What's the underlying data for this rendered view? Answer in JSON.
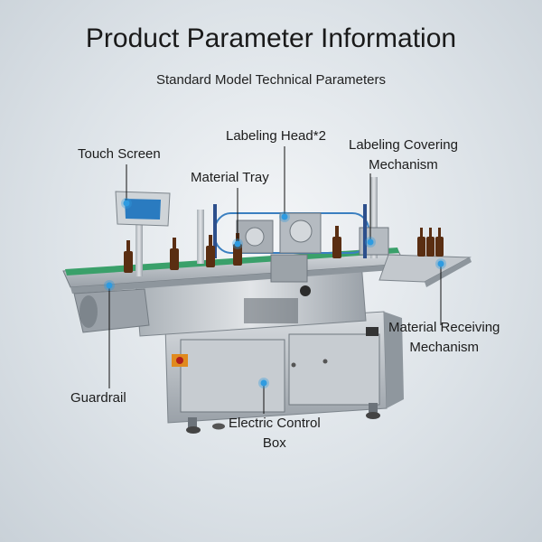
{
  "title": "Product Parameter Information",
  "subtitle": "Standard Model Technical Parameters",
  "callouts": {
    "touch_screen": "Touch Screen",
    "labeling_head": "Labeling Head*2",
    "labeling_covering_1": "Labeling Covering",
    "labeling_covering_2": "Mechanism",
    "material_tray": "Material Tray",
    "material_receiving_1": "Material Receiving",
    "material_receiving_2": "Mechanism",
    "guardrail": "Guardrail",
    "electric_control_1": "Electric Control",
    "electric_control_2": "Box"
  },
  "colors": {
    "callout_dot": "#2f9be0",
    "conveyor_belt": "#3aa06a",
    "bottle": "#5a2e12",
    "stainless": "#b9bfc5"
  }
}
